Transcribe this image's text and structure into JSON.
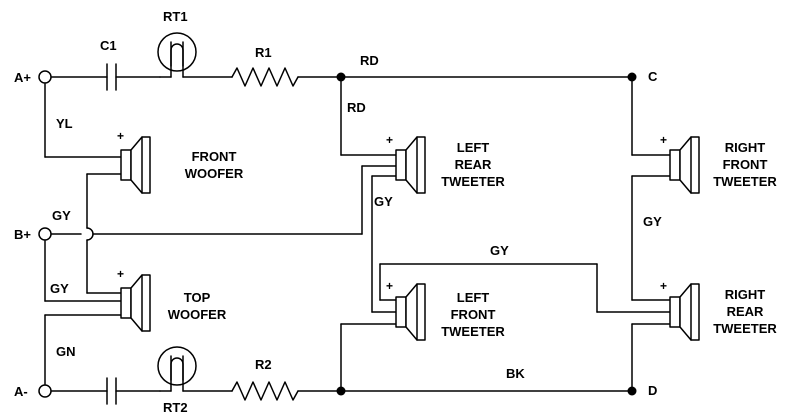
{
  "terminals": {
    "a_plus": "A+",
    "b_plus": "B+",
    "a_minus": "A-"
  },
  "components": {
    "c1": "C1",
    "rt1": "RT1",
    "r1": "R1",
    "r2": "R2",
    "rt2": "RT2"
  },
  "nodes": {
    "c": "C",
    "d": "D"
  },
  "wires": {
    "rd_top": "RD",
    "rd_down": "RD",
    "yl": "YL",
    "gy_bplus": "GY",
    "gy_left": "GY",
    "gn": "GN",
    "gy_left_rear": "GY",
    "gy_mid": "GY",
    "gy_right": "GY",
    "bk": "BK"
  },
  "speakers": {
    "front_woofer": {
      "line1": "FRONT",
      "line2": "WOOFER",
      "line3": "",
      "polarity": "+"
    },
    "top_woofer": {
      "line1": "TOP",
      "line2": "WOOFER",
      "line3": "",
      "polarity": "+"
    },
    "left_rear_tweeter": {
      "line1": "LEFT",
      "line2": "REAR",
      "line3": "TWEETER",
      "polarity": "+"
    },
    "left_front_tweeter": {
      "line1": "LEFT",
      "line2": "FRONT",
      "line3": "TWEETER",
      "polarity": "+"
    },
    "right_front_tweeter": {
      "line1": "RIGHT",
      "line2": "FRONT",
      "line3": "TWEETER",
      "polarity": "+"
    },
    "right_rear_tweeter": {
      "line1": "RIGHT",
      "line2": "REAR",
      "line3": "TWEETER",
      "polarity": "+"
    }
  }
}
